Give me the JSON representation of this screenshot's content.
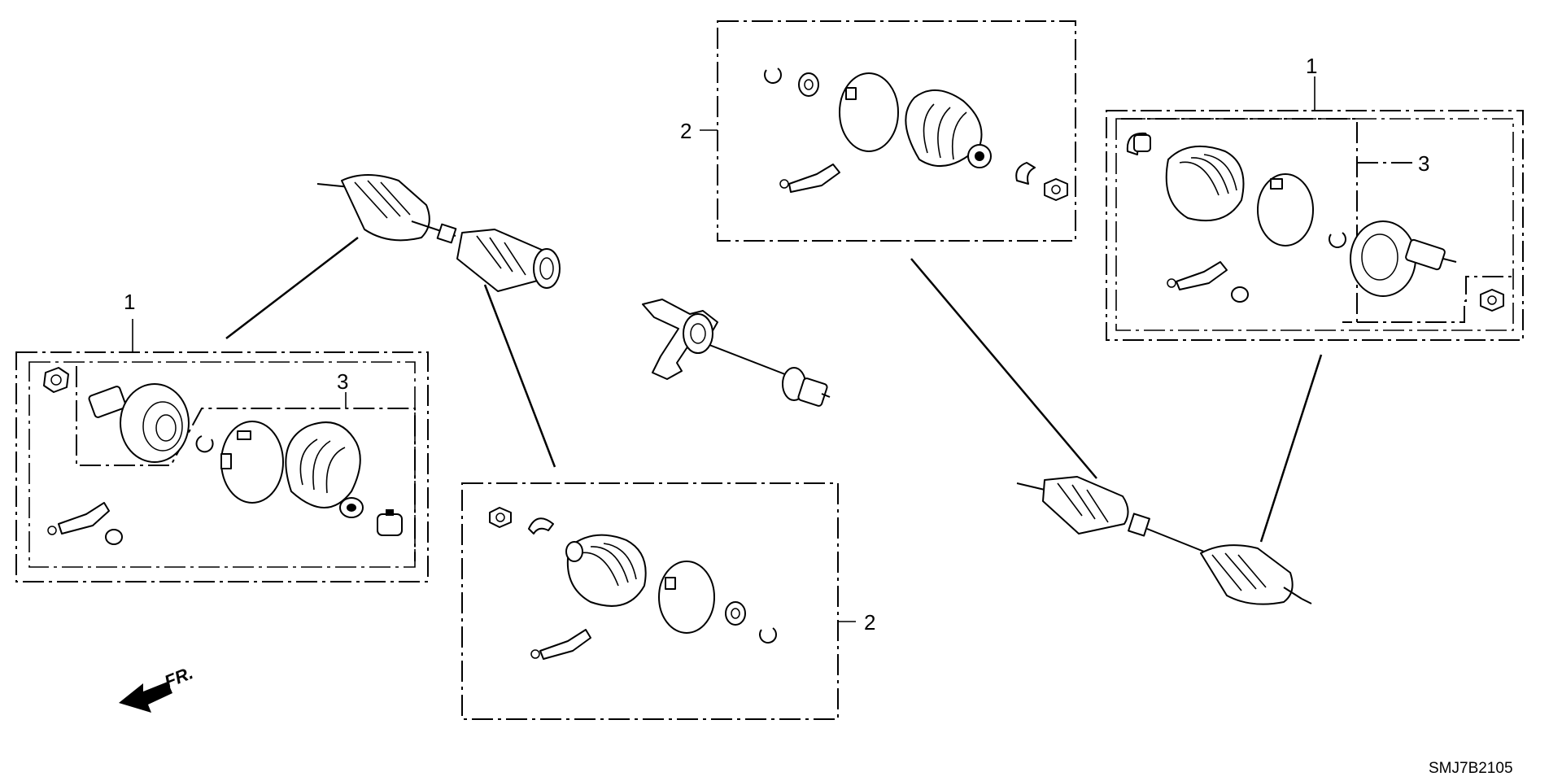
{
  "callouts": {
    "left_kit_number": "1",
    "left_inner_number": "3",
    "top_kit_number": "2",
    "bottom_kit_number": "2",
    "right_kit_number": "1",
    "right_inner_number": "3"
  },
  "direction_arrow": {
    "label": "FR."
  },
  "diagram_code": "SMJ7B2105"
}
